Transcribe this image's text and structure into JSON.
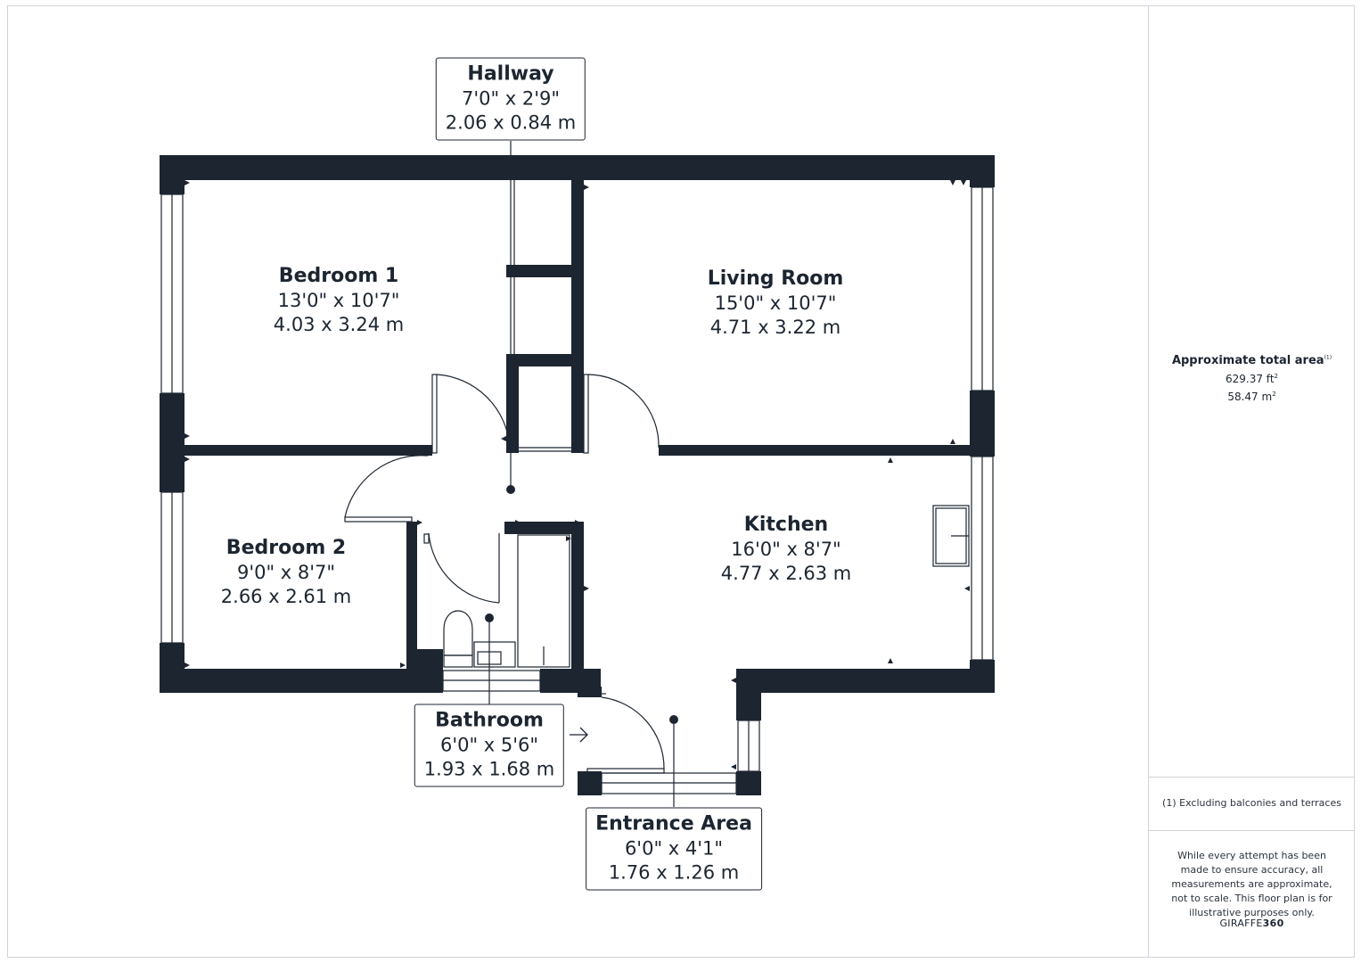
{
  "rooms": {
    "hallway": {
      "name": "Hallway",
      "imperial": "7'0\" x 2'9\"",
      "metric": "2.06 x 0.84 m"
    },
    "bedroom1": {
      "name": "Bedroom 1",
      "imperial": "13'0\" x 10'7\"",
      "metric": "4.03 x 3.24 m"
    },
    "living": {
      "name": "Living Room",
      "imperial": "15'0\" x 10'7\"",
      "metric": "4.71 x 3.22 m"
    },
    "bedroom2": {
      "name": "Bedroom 2",
      "imperial": "9'0\" x 8'7\"",
      "metric": "2.66 x 2.61 m"
    },
    "kitchen": {
      "name": "Kitchen",
      "imperial": "16'0\" x 8'7\"",
      "metric": "4.77 x 2.63 m"
    },
    "bathroom": {
      "name": "Bathroom",
      "imperial": "6'0\" x 5'6\"",
      "metric": "1.93 x 1.68 m"
    },
    "entrance": {
      "name": "Entrance Area",
      "imperial": "6'0\" x 4'1\"",
      "metric": "1.76 x 1.26 m"
    }
  },
  "area": {
    "title": "Approximate total area",
    "footnote_mark": "(1)",
    "ft2": "629.37 ft",
    "ft2_unit_sup": "2",
    "m2": "58.47 m",
    "m2_unit_sup": "2"
  },
  "notes": {
    "excluding": "(1) Excluding balconies and terraces",
    "disclaimer": "While every attempt has been made to ensure accuracy, all measurements are approximate, not to scale. This floor plan is for illustrative purposes only.",
    "brand_regular": "GIRAFFE",
    "brand_bold": "360"
  },
  "colors": {
    "wall": "#1c2530",
    "text": "#1c2530",
    "frame": "#cfd3d8"
  }
}
